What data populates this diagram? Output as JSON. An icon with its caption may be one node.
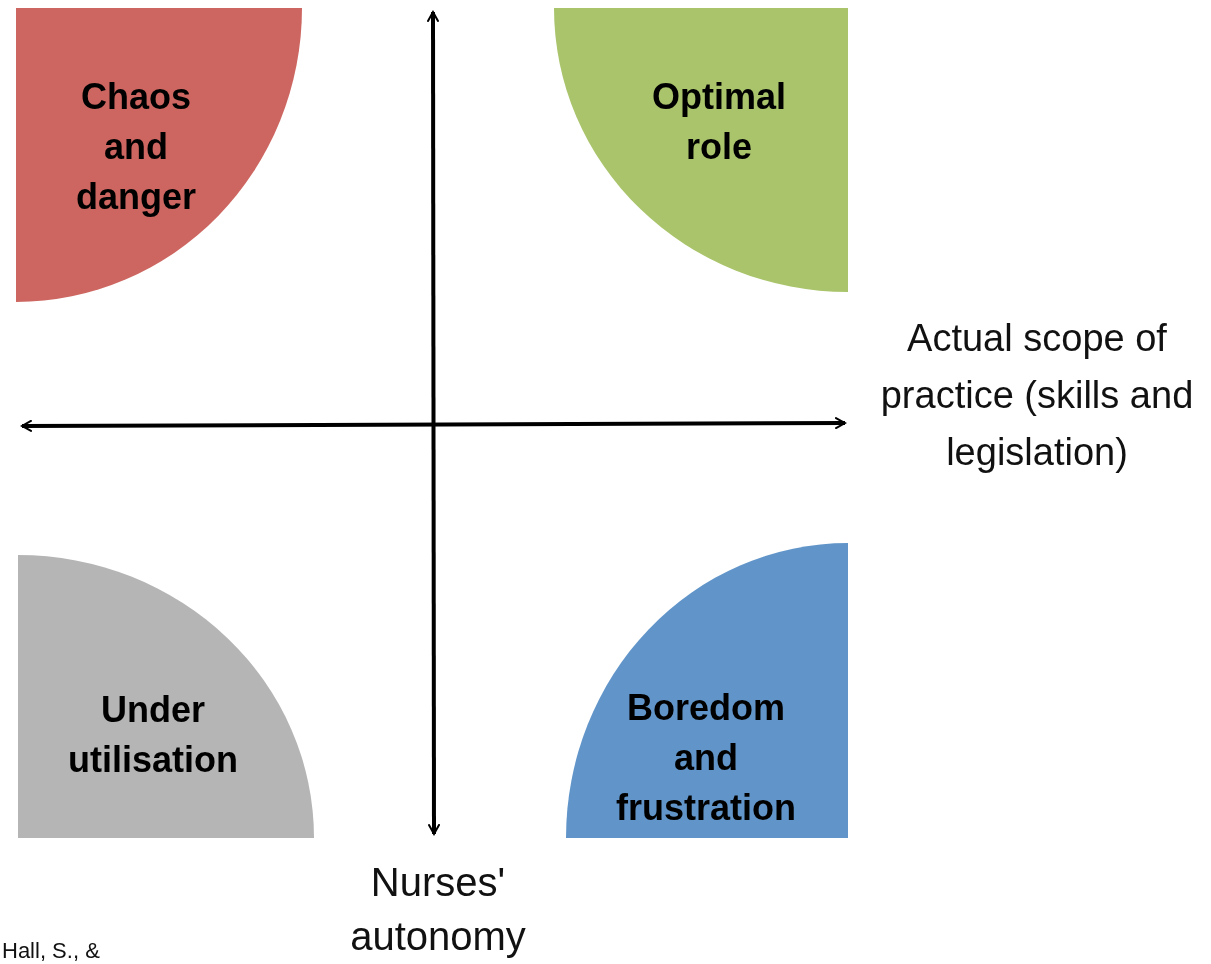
{
  "diagram": {
    "nodes": [
      {
        "text": [
          "Chaos and danger"
        ]
      },
      {
        "text": [
          "Optimal role"
        ]
      },
      {
        "text": [
          "Under utilisation"
        ]
      },
      {
        "text": [
          "Boredom and frustration"
        ]
      }
    ],
    "labels": [
      "Actual scope of practice (skills and legislation)",
      "Nurses' autonomy",
      "Hall, S., &"
    ]
  }
}
